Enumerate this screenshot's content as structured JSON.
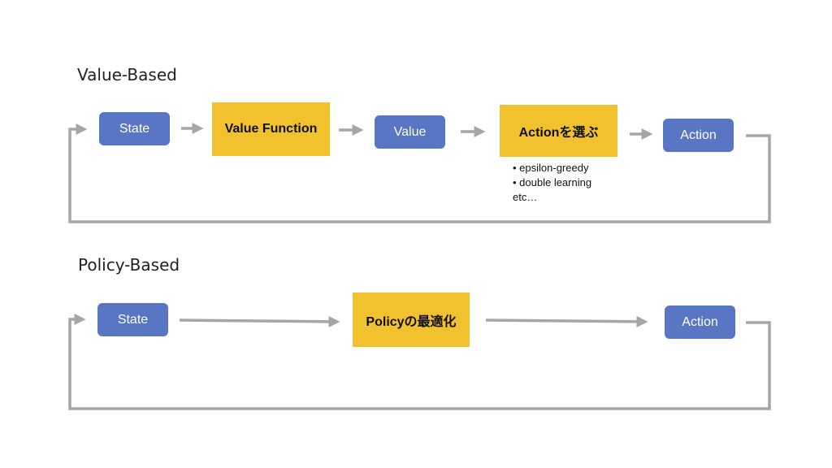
{
  "value_based": {
    "title": "Value-Based",
    "state": "State",
    "value_function": "Value Function",
    "value": "Value",
    "choose_action": "Actionを選ぶ",
    "methods": [
      "• epsilon-greedy",
      "• double learning",
      "etc…"
    ],
    "action": "Action"
  },
  "policy_based": {
    "title": "Policy-Based",
    "state": "State",
    "policy_optimization": "Policyの最適化",
    "action": "Action"
  },
  "colors": {
    "state_action_box": "#5876c4",
    "process_box": "#f2c12e",
    "connector": "#a6a6a6"
  }
}
